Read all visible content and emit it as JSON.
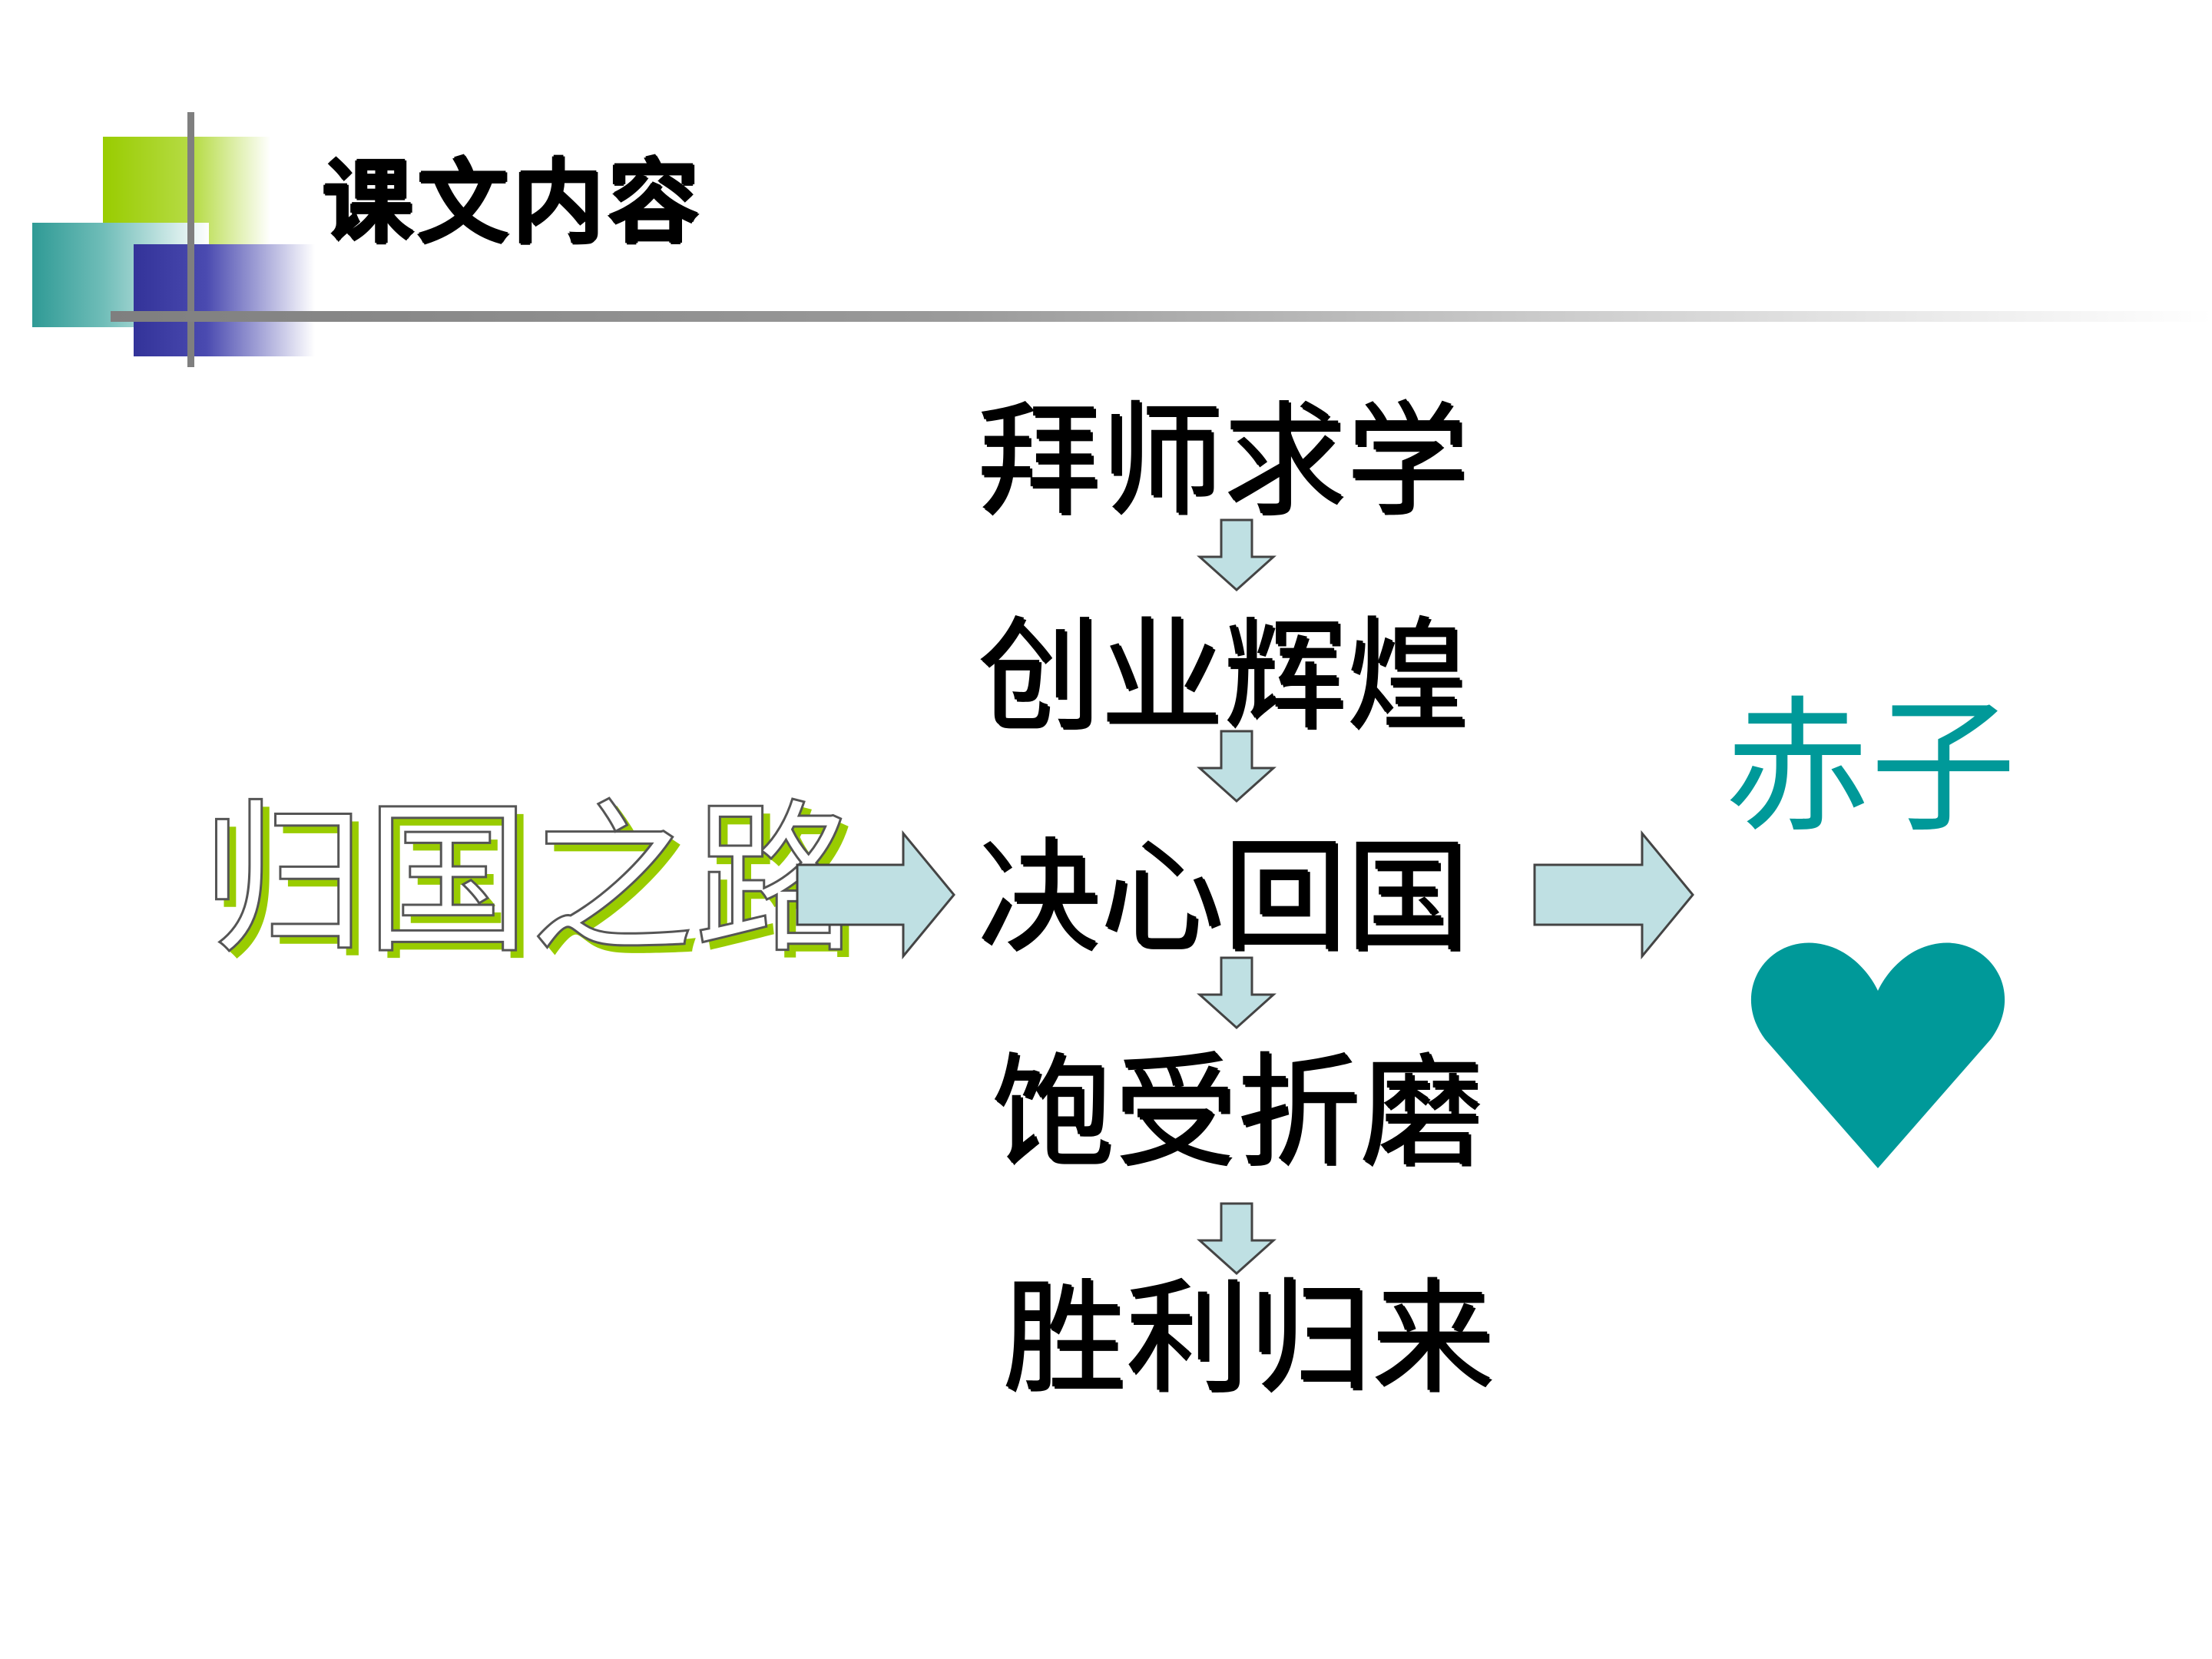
{
  "slide": {
    "title": "课文内容",
    "main_topic": "归国之路",
    "steps": [
      "拜师求学",
      "创业辉煌",
      "决心回国",
      "饱受折磨",
      "胜利归来"
    ],
    "result_label": "赤子",
    "colors": {
      "accent_green": "#99cc00",
      "accent_teal": "#009999",
      "accent_navy": "#333399",
      "arrow_fill": "#bfe0e3",
      "arrow_stroke": "#444444"
    },
    "icons": [
      "heart-icon"
    ]
  }
}
